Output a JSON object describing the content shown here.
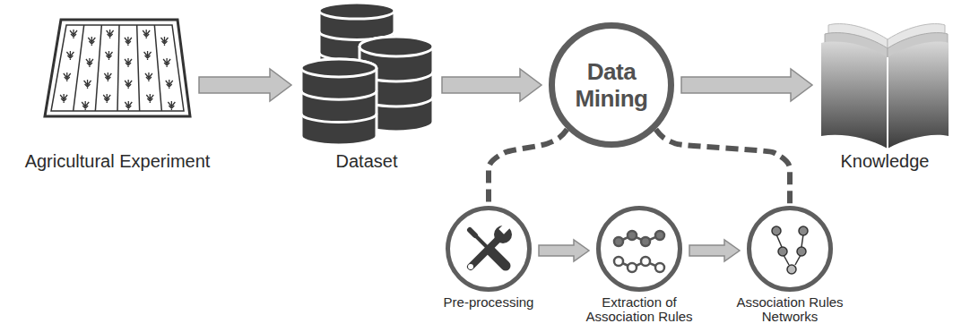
{
  "diagram": {
    "nodes": [
      {
        "text": [
          "Agricultural Experiment"
        ]
      },
      {
        "text": [
          "Dataset"
        ]
      },
      {
        "text": [
          "Data Mining"
        ]
      },
      {
        "text": [
          "Knowledge"
        ]
      },
      {
        "text": [
          "Pre-processing"
        ]
      },
      {
        "text": [
          "Extraction of Association Rules"
        ]
      },
      {
        "text": [
          "Association Rules Networks"
        ]
      }
    ],
    "edges": [
      {
        "from": 0,
        "to": 1,
        "arrow": "to"
      },
      {
        "from": 1,
        "to": 2,
        "arrow": "to"
      },
      {
        "from": 2,
        "to": 3,
        "arrow": "to"
      },
      {
        "from": 2,
        "to": 4,
        "arrow": "none"
      },
      {
        "from": 2,
        "to": 6,
        "arrow": "none"
      },
      {
        "from": 4,
        "to": 5,
        "arrow": "to"
      },
      {
        "from": 5,
        "to": 6,
        "arrow": "to"
      }
    ]
  }
}
